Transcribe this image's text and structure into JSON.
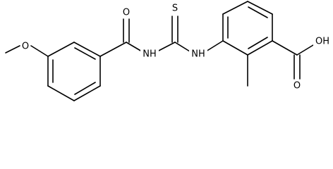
{
  "molecule": {
    "atom_labels": {
      "methoxy_o": "O",
      "amide_o": "O",
      "amide_nh": "NH",
      "thio_s": "S",
      "thiourea_nh": "NH",
      "acid_oh": "OH",
      "acid_o": "O"
    }
  },
  "colors": {
    "bond": "#000000",
    "label": "#000000",
    "background": "#ffffff"
  }
}
